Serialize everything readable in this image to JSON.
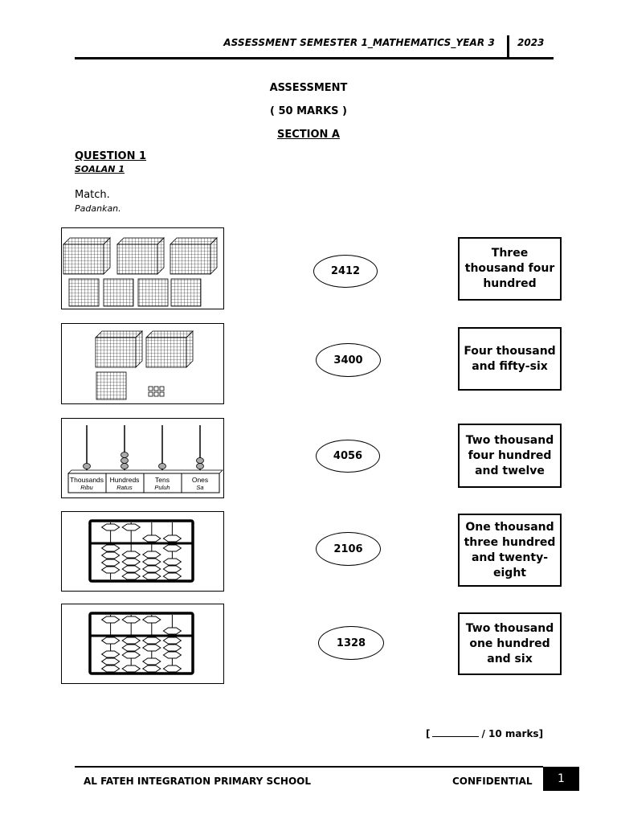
{
  "header": {
    "title": "ASSESSMENT SEMESTER 1_MATHEMATICS_YEAR 3",
    "year": "2023"
  },
  "heading": {
    "line1": "ASSESSMENT",
    "line2": "( 50 MARKS )",
    "line3": "SECTION A"
  },
  "question": {
    "title": "QUESTION 1",
    "subtitle": "SOALAN 1",
    "instruction": "Match.",
    "instruction_malay": "Padankan."
  },
  "place_value_labels": [
    {
      "en": "Thousands",
      "ms": "Ribu"
    },
    {
      "en": "Hundreds",
      "ms": "Ratus"
    },
    {
      "en": "Tens",
      "ms": "Puluh"
    },
    {
      "en": "Ones",
      "ms": "Sa"
    }
  ],
  "pictures": [
    {
      "kind": "base-ten-blocks",
      "thousands": 3,
      "hundreds": 4,
      "tens": 0,
      "ones": 0
    },
    {
      "kind": "base-ten-blocks",
      "thousands": 2,
      "hundreds": 1,
      "tens": 0,
      "ones": 6
    },
    {
      "kind": "bead-abacus",
      "thousands": 1,
      "hundreds": 3,
      "tens": 1,
      "ones": 2
    },
    {
      "kind": "soroban",
      "digits": [
        4,
        0,
        5,
        6
      ]
    },
    {
      "kind": "soroban",
      "digits": [
        1,
        3,
        2,
        8
      ]
    }
  ],
  "numbers": [
    "2412",
    "3400",
    "4056",
    "2106",
    "1328"
  ],
  "words": [
    "Three thousand four hundred",
    "Four thousand and fifty-six",
    "Two thousand four hundred and twelve",
    "One thousand three hundred and twenty-eight",
    "Two thousand one hundred and six"
  ],
  "marks": {
    "prefix": "[",
    "suffix": "/ 10 marks]"
  },
  "footer": {
    "school": "AL FATEH INTEGRATION PRIMARY SCHOOL",
    "confidential": "CONFIDENTIAL",
    "page": "1"
  }
}
